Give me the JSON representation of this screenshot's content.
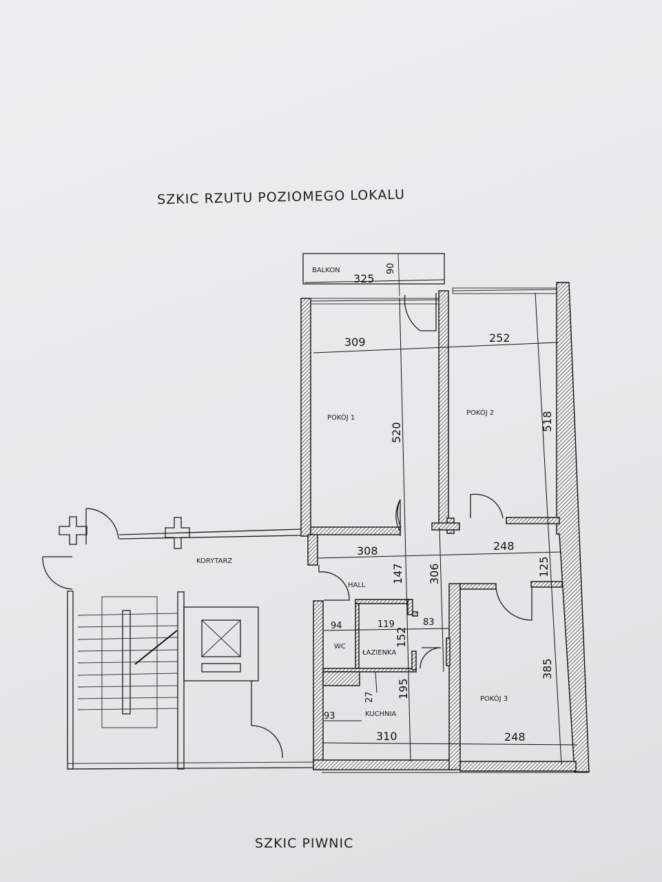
{
  "document": {
    "title": "SZKIC RZUTU POZIOMEGO LOKALU",
    "footer": "SZKIC PIWNIC"
  },
  "rooms": {
    "balkon": "BALKON",
    "pokoj1": "POKÓJ 1",
    "pokoj2": "POKÓJ 2",
    "pokoj3": "POKÓJ 3",
    "hall": "HALL",
    "wc": "WC",
    "lazienka": "ŁAZIENKA",
    "kuchnia": "KUCHNIA",
    "korytarz": "KORYTARZ"
  },
  "dimensions": {
    "balkon_width": "325",
    "balkon_depth": "90",
    "pokoj1_width": "309",
    "pokoj1_length": "520",
    "pokoj2_width": "252",
    "pokoj2_length": "518",
    "hall_width": "308",
    "hall_depth": "147",
    "hall_length": "306",
    "corridor_width": "248",
    "corridor_depth": "125",
    "wc_width": "94",
    "lazienka_width": "119",
    "lazienka_depth": "152",
    "passage_width": "83",
    "kuchnia_offset": "27",
    "kuchnia_depth": "195",
    "kuchnia_niche": "93",
    "kuchnia_width": "310",
    "pokoj3_width": "248",
    "pokoj3_length": "385"
  }
}
